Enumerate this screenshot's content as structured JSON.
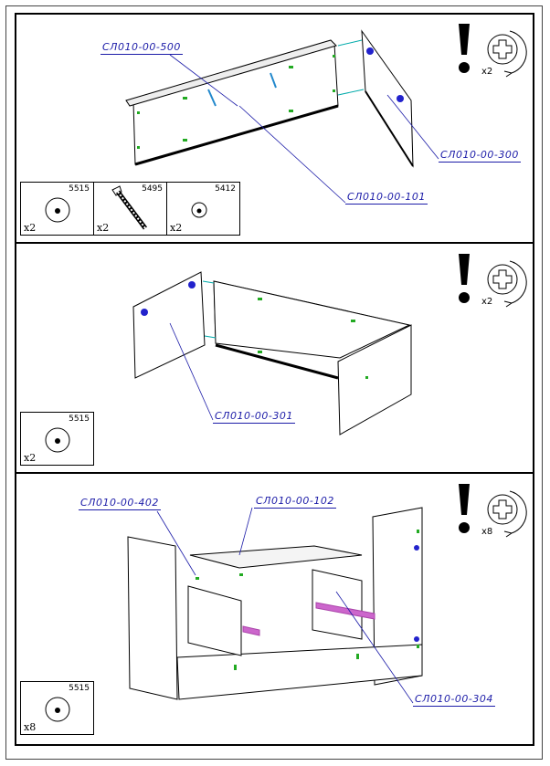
{
  "steps": [
    {
      "callout": {
        "icon": "screwdriver-icon",
        "qty": "x2"
      },
      "labels": [
        "СЛ010-00-500",
        "СЛ010-00-300",
        "СЛ010-00-101"
      ],
      "parts": [
        {
          "code": "5515",
          "qty": "x2",
          "icon": "cam-lock-icon"
        },
        {
          "code": "5495",
          "qty": "x2",
          "icon": "screw-icon"
        },
        {
          "code": "5412",
          "qty": "x2",
          "icon": "cap-icon"
        }
      ]
    },
    {
      "callout": {
        "icon": "screwdriver-icon",
        "qty": "x2"
      },
      "labels": [
        "СЛ010-00-301"
      ],
      "parts": [
        {
          "code": "5515",
          "qty": "x2",
          "icon": "cam-lock-icon"
        }
      ]
    },
    {
      "callout": {
        "icon": "screwdriver-icon",
        "qty": "x8"
      },
      "labels": [
        "СЛ010-00-402",
        "СЛ010-00-102",
        "СЛ010-00-304"
      ],
      "parts": [
        {
          "code": "5515",
          "qty": "x8",
          "icon": "cam-lock-icon"
        }
      ]
    }
  ]
}
